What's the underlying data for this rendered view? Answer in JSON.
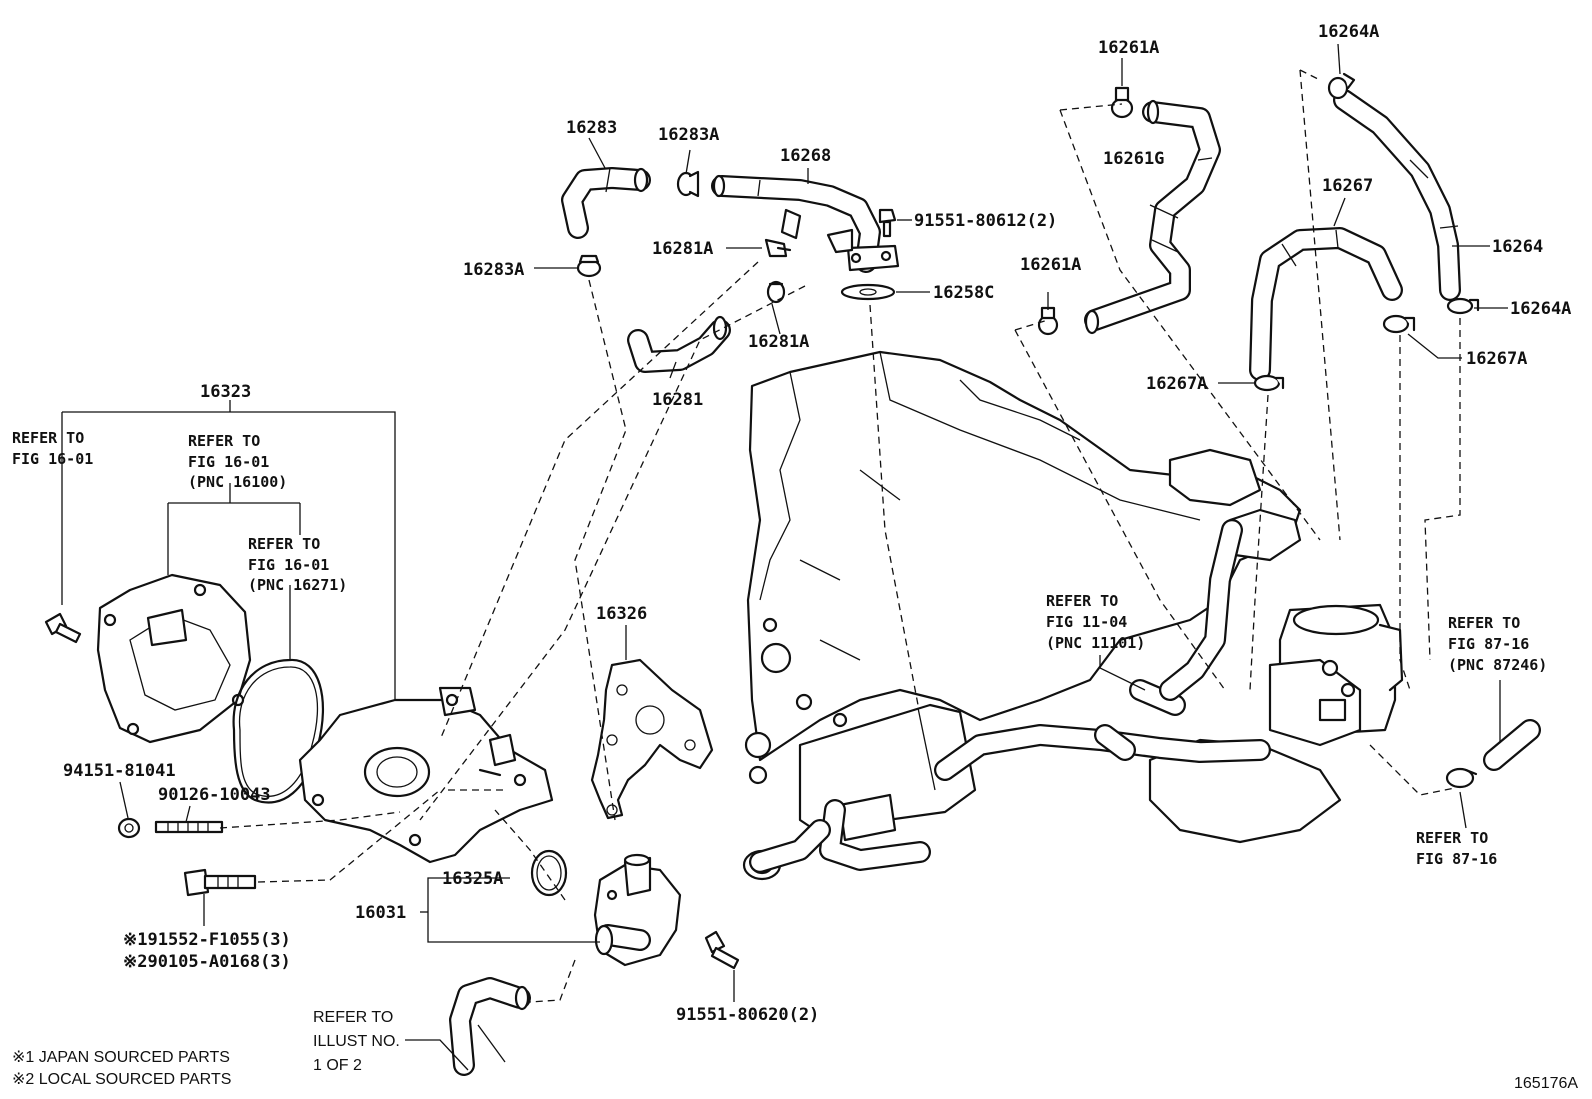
{
  "diagram": {
    "labels": {
      "p16261a_top": "16261A",
      "p16264a_top": "16264A",
      "p16283": "16283",
      "p16283a_top": "16283A",
      "p16268": "16268",
      "p16261g": "16261G",
      "p16267": "16267",
      "p91551_80612": "91551-80612(2)",
      "p16264": "16264",
      "p16281a_top": "16281A",
      "p16283a_left": "16283A",
      "p16258c": "16258C",
      "p16261a_mid": "16261A",
      "p16264a_right": "16264A",
      "p16281a_bottom": "16281A",
      "p16267a_right": "16267A",
      "p16267a_left": "16267A",
      "p16281": "16281",
      "p16323": "16323",
      "p16326": "16326",
      "p94151_81041": "94151-81041",
      "p90126_10043": "90126-10043",
      "p16325a": "16325A",
      "p16031": "16031",
      "p91552": "※191552-F1055(3)",
      "p90105": "※290105-A0168(3)",
      "p91551_80620": "91551-80620(2)"
    },
    "refs": {
      "r1": [
        "REFER TO",
        "FIG 16-01"
      ],
      "r2": [
        "REFER TO",
        "FIG 16-01",
        "(PNC 16100)"
      ],
      "r3": [
        "REFER TO",
        "FIG 16-01",
        "(PNC 16271)"
      ],
      "r4": [
        "REFER TO",
        "FIG 11-04",
        "(PNC 11101)"
      ],
      "r5": [
        "REFER TO",
        "FIG 87-16",
        "(PNC 87246)"
      ],
      "r6": [
        "REFER TO",
        "FIG 87-16"
      ],
      "r7": [
        "REFER TO",
        "ILLUST NO.",
        "1 OF 2"
      ]
    },
    "notes": [
      "※1 JAPAN SOURCED PARTS",
      "※2 LOCAL SOURCED PARTS"
    ],
    "illustration_id": "165176A"
  }
}
